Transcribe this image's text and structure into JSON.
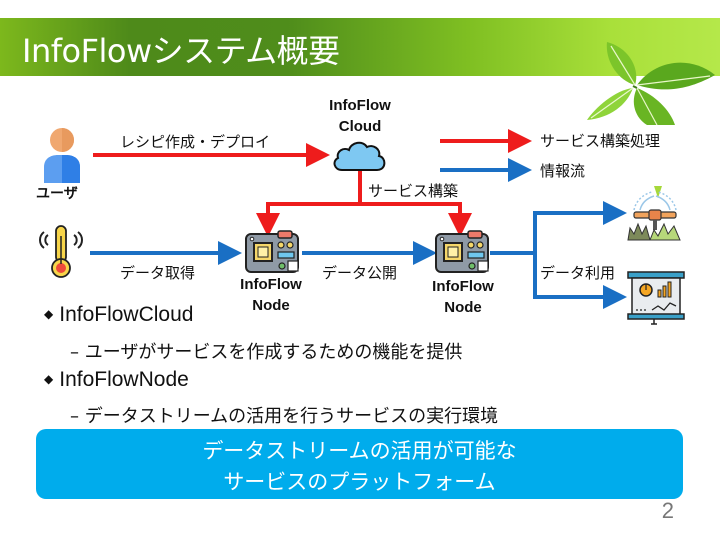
{
  "title": "InfoFlowシステム概要",
  "diagram": {
    "cloud_label": [
      "InfoFlow",
      "Cloud"
    ],
    "user_label": "ユーザ",
    "arrow_recipe_label": "レシピ作成・デプロイ",
    "arrow_service_build_label": "サービス構築",
    "arrow_data_acquire_label": "データ取得",
    "arrow_data_publish_label": "データ公開",
    "arrow_data_use_label": "データ利用",
    "node1_label": [
      "InfoFlow",
      "Node"
    ],
    "node2_label": [
      "InfoFlow",
      "Node"
    ],
    "legend": [
      {
        "label": "サービス構築処理",
        "color": "#ee1c1c"
      },
      {
        "label": "情報流",
        "color": "#1a6fc4"
      }
    ]
  },
  "bullets": [
    {
      "title": "InfoFlowCloud",
      "sub": "– ユーザがサービスを作成するための機能を提供"
    },
    {
      "title": "InfoFlowNode",
      "sub": "– データストリームの活用を行うサービスの実行環境"
    }
  ],
  "banner": {
    "line1": "データストリームの活用が可能な",
    "line2": "サービスのプラットフォーム",
    "color": "#00acec"
  },
  "page_number": "2"
}
